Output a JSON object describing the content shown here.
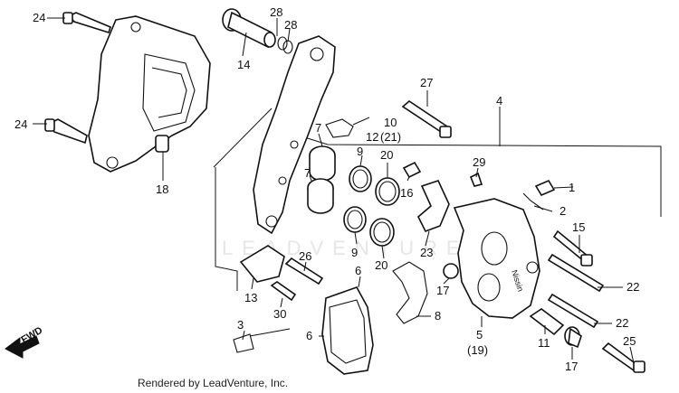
{
  "watermark": "LEADVENTURE",
  "credit": "Rendered by LeadVenture, Inc.",
  "fwd_label": "FWD",
  "callouts": {
    "c24a": "24",
    "c24b": "24",
    "c14": "14",
    "c28a": "28",
    "c28b": "28",
    "c18": "18",
    "c27": "27",
    "c4": "4",
    "c7a": "7",
    "c7b": "7",
    "c12": "12",
    "c10": "10",
    "c21": "(21)",
    "c9a": "9",
    "c9b": "9",
    "c20a": "20",
    "c20b": "20",
    "c16": "16",
    "c29": "29",
    "c1": "1",
    "c2": "2",
    "c15": "15",
    "c23": "23",
    "c26": "26",
    "c13": "13",
    "c30": "30",
    "c6a": "6",
    "c6b": "6",
    "c3": "3",
    "c8": "8",
    "c17a": "17",
    "c17b": "17",
    "c5": "5",
    "c19": "(19)",
    "c11": "11",
    "c22a": "22",
    "c22b": "22",
    "c25": "25"
  }
}
